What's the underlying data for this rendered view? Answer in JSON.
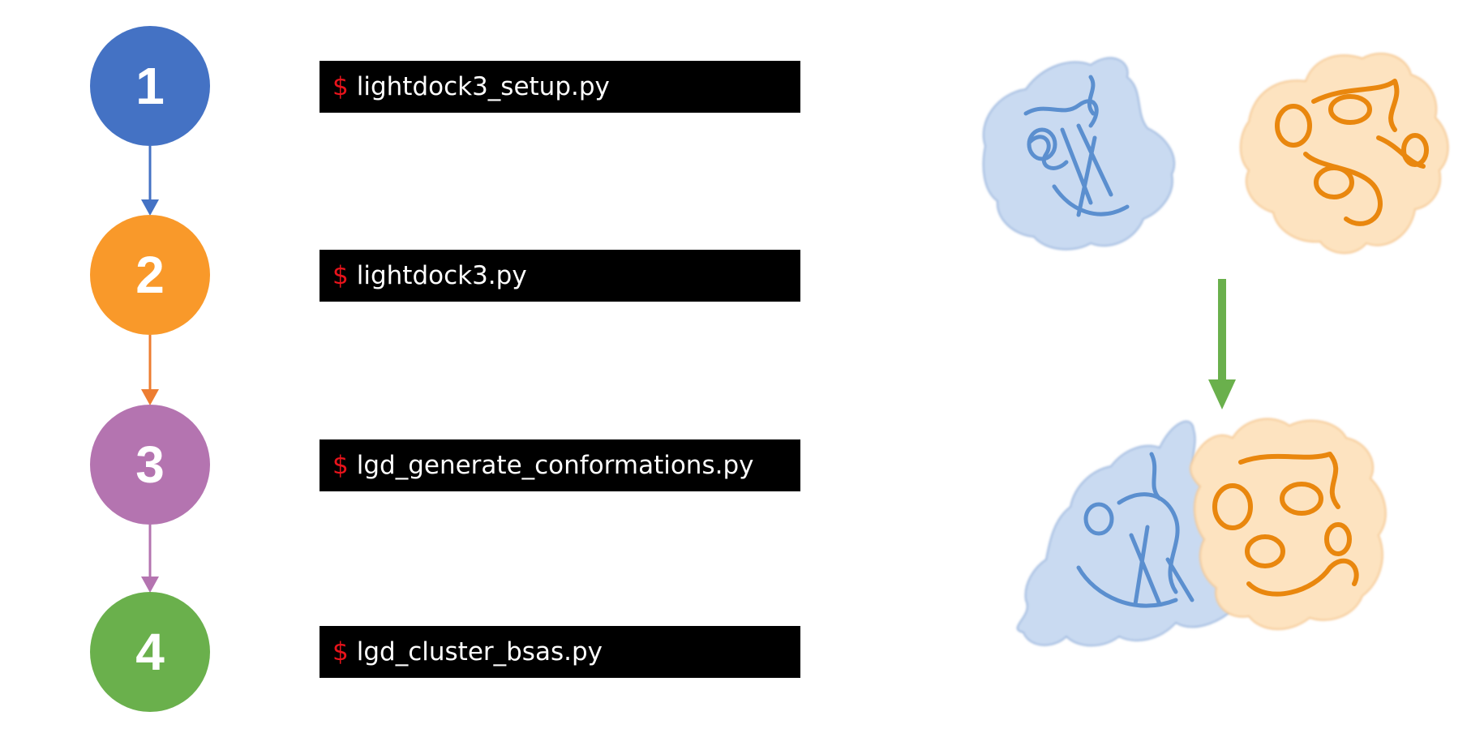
{
  "steps": [
    {
      "number": "1",
      "color": "#4472c4",
      "command": "lightdock3_setup.py"
    },
    {
      "number": "2",
      "color": "#f9992a",
      "command": "lightdock3.py"
    },
    {
      "number": "3",
      "color": "#b474b0",
      "command": "lgd_generate_conformations.py"
    },
    {
      "number": "4",
      "color": "#6ab04c",
      "command": "lgd_cluster_bsas.py"
    }
  ],
  "prompt_symbol": "$",
  "prompt_color": "#e8131b",
  "connector_colors": [
    "#4472c4",
    "#ed7d31",
    "#b474b0"
  ],
  "result_arrow_color": "#6ab04c",
  "protein_colors": {
    "receptor_surface": "#c9daf1",
    "receptor_ribbon": "#5b8fcf",
    "ligand_surface": "#fde3c0",
    "ligand_ribbon": "#e9870e"
  }
}
